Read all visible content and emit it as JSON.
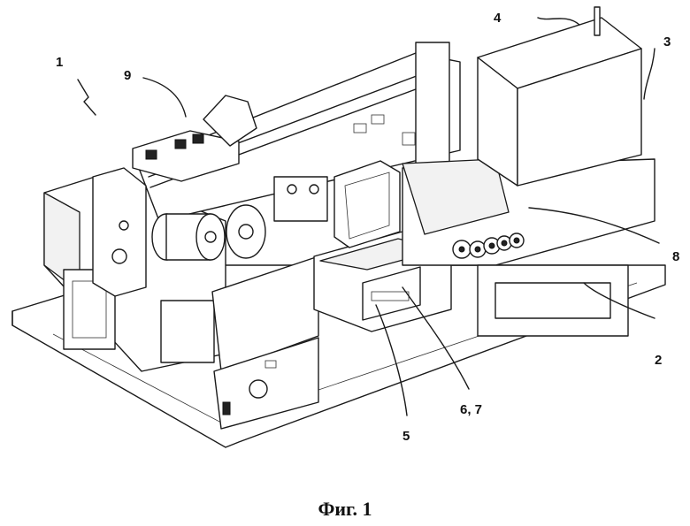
{
  "figure": {
    "labels": {
      "l1": "1",
      "l2": "2",
      "l3": "3",
      "l4": "4",
      "l5": "5",
      "l67": "6, 7",
      "l8": "8",
      "l9": "9"
    },
    "caption": "Фиг. 1"
  }
}
